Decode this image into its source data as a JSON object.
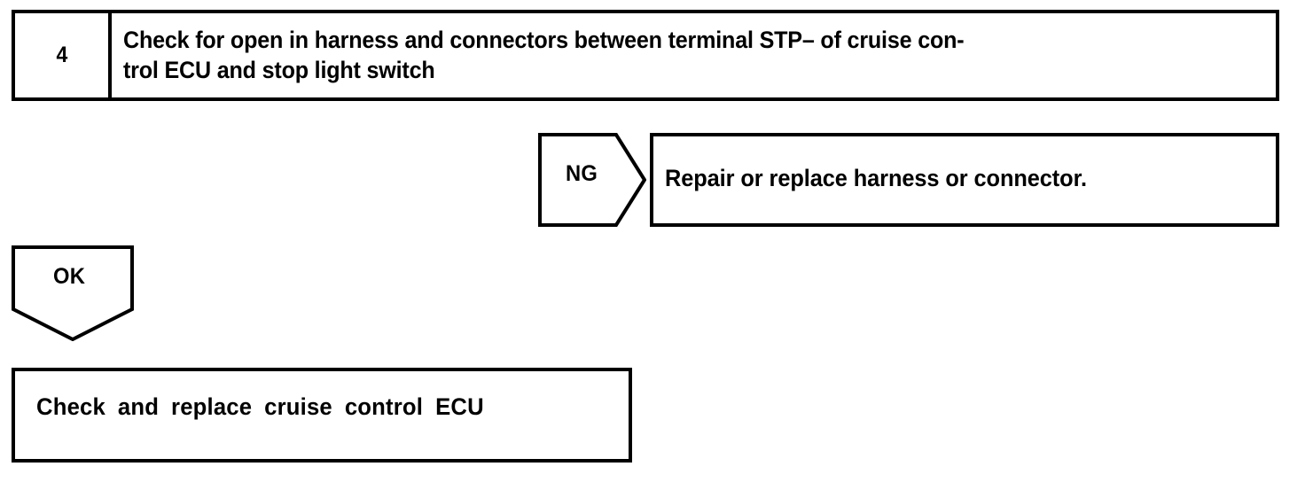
{
  "document": {
    "type": "troubleshooting-flowchart",
    "background_color": "#ffffff",
    "ink_color": "#000000"
  },
  "step": {
    "number": "4",
    "instruction": "Check for open in harness and connectors between terminal STP– of cruise con-\ntrol ECU and stop light switch"
  },
  "branches": {
    "ng": {
      "label": "NG",
      "result": "Repair or replace harness or connector."
    },
    "ok": {
      "label": "OK"
    }
  },
  "final": {
    "text": "Check and replace cruise control ECU"
  }
}
